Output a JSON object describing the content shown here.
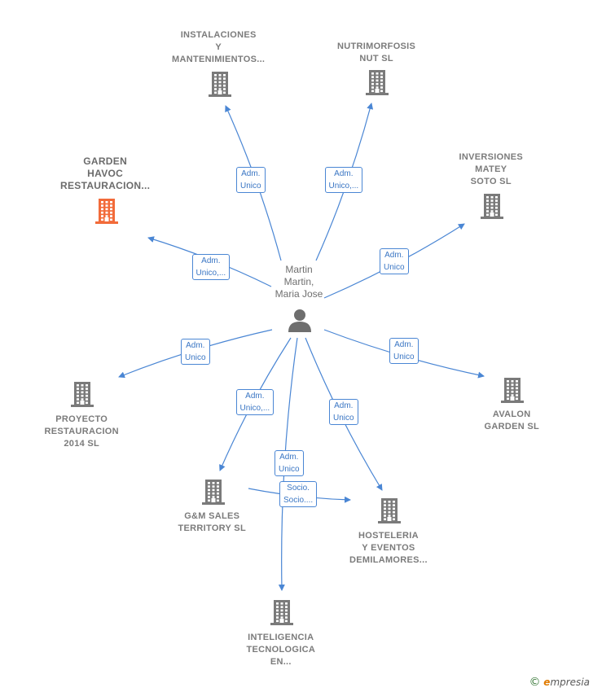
{
  "center": {
    "name_lines": [
      "Martin",
      "Martin,",
      "Maria Jose"
    ]
  },
  "companies": [
    {
      "id": "instalaciones",
      "lines": [
        "INSTALACIONES",
        "Y",
        "MANTENIMIENTOS..."
      ],
      "highlight": false
    },
    {
      "id": "nutrimorfosis",
      "lines": [
        "NUTRIMORFOSIS",
        "NUT  SL"
      ],
      "highlight": false
    },
    {
      "id": "garden-havoc",
      "lines": [
        "GARDEN",
        "HAVOC",
        "RESTAURACION..."
      ],
      "highlight": true
    },
    {
      "id": "inversiones",
      "lines": [
        "INVERSIONES",
        "MATEY",
        "SOTO  SL"
      ],
      "highlight": false
    },
    {
      "id": "proyecto",
      "lines": [
        "PROYECTO",
        "RESTAURACION",
        "2014  SL"
      ],
      "highlight": false
    },
    {
      "id": "avalon",
      "lines": [
        "AVALON",
        "GARDEN  SL"
      ],
      "highlight": false
    },
    {
      "id": "gm-sales",
      "lines": [
        "G&M SALES",
        "TERRITORY  SL"
      ],
      "highlight": false
    },
    {
      "id": "hosteleria",
      "lines": [
        "HOSTELERIA",
        "Y EVENTOS",
        "DEMILAMORES..."
      ],
      "highlight": false
    },
    {
      "id": "inteligencia",
      "lines": [
        "INTELIGENCIA",
        "TECNOLOGICA",
        "EN..."
      ],
      "highlight": false
    }
  ],
  "edges": [
    {
      "id": "e-instalaciones",
      "lines": [
        "Adm.",
        "Unico"
      ]
    },
    {
      "id": "e-nutrimorfosis",
      "lines": [
        "Adm.",
        "Unico,..."
      ]
    },
    {
      "id": "e-garden",
      "lines": [
        "Adm.",
        "Unico,..."
      ]
    },
    {
      "id": "e-inversiones",
      "lines": [
        "Adm.",
        "Unico"
      ]
    },
    {
      "id": "e-proyecto",
      "lines": [
        "Adm.",
        "Unico"
      ]
    },
    {
      "id": "e-avalon",
      "lines": [
        "Adm.",
        "Unico"
      ]
    },
    {
      "id": "e-gm",
      "lines": [
        "Adm.",
        "Unico,..."
      ]
    },
    {
      "id": "e-hosteleria",
      "lines": [
        "Adm.",
        "Unico"
      ]
    },
    {
      "id": "e-inteligencia",
      "lines": [
        "Adm.",
        "Unico"
      ]
    },
    {
      "id": "e-socio",
      "lines": [
        "Socio.",
        "Socio...."
      ]
    }
  ],
  "colors": {
    "edge": "#4a86d4",
    "building": "#7a7a7a",
    "building_highlight": "#f26b3a",
    "person": "#6e6e6e"
  },
  "brand": {
    "copyright": "©",
    "e": "e",
    "rest": "mpresia"
  }
}
